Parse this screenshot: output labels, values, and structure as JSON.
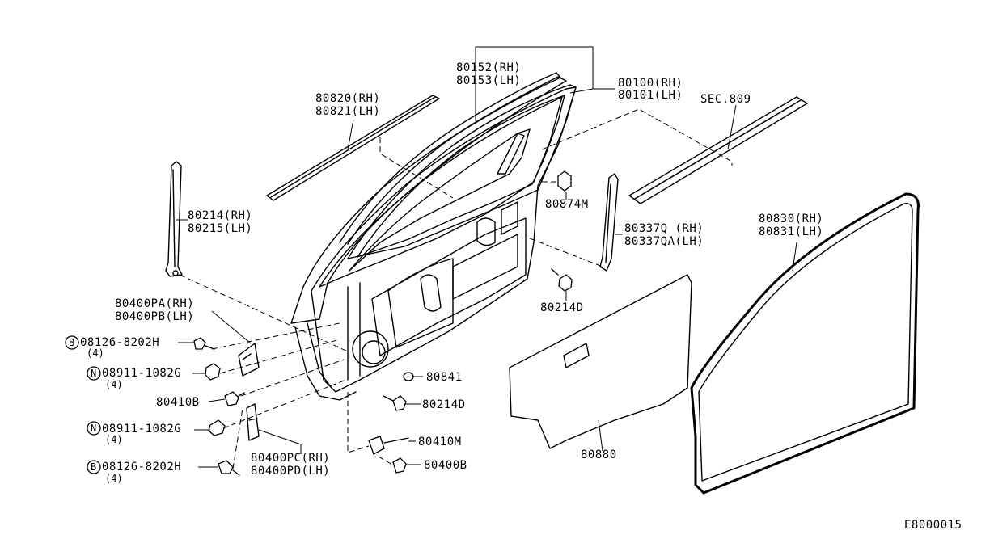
{
  "labels": {
    "l80152": "80152(RH)",
    "l80153": "80153(LH)",
    "l80100": "80100(RH)",
    "l80101": "80101(LH)",
    "l80820": "80820(RH)",
    "l80821": "80821(LH)",
    "lsec809": "SEC.809",
    "l80214": "80214(RH)",
    "l80215": "80215(LH)",
    "l80874m": "80874M",
    "l80337q": "80337Q (RH)",
    "l80337qa": "80337QA(LH)",
    "l80830": "80830(RH)",
    "l80831": "80831(LH)",
    "l80214d_a": "80214D",
    "l80400pa": "80400PA(RH)",
    "l80400pb": "80400PB(LH)",
    "l08126_a": "08126-8202H",
    "l08126_a_qty": "(4)",
    "l08911_a": "08911-1082G",
    "l08911_a_qty": "(4)",
    "l80841": "80841",
    "l80410b": "80410B",
    "l80214d_b": "80214D",
    "l08911_b": "08911-1082G",
    "l08911_b_qty": "(4)",
    "l80410m": "80410M",
    "l80400pc": "80400PC(RH)",
    "l80400pd": "80400PD(LH)",
    "l80880": "80880",
    "l80400b": "80400B",
    "l08126_b": "08126-8202H",
    "l08126_b_qty": "(4)",
    "code": "E8000015"
  },
  "markers": {
    "b": "B",
    "n": "N"
  }
}
